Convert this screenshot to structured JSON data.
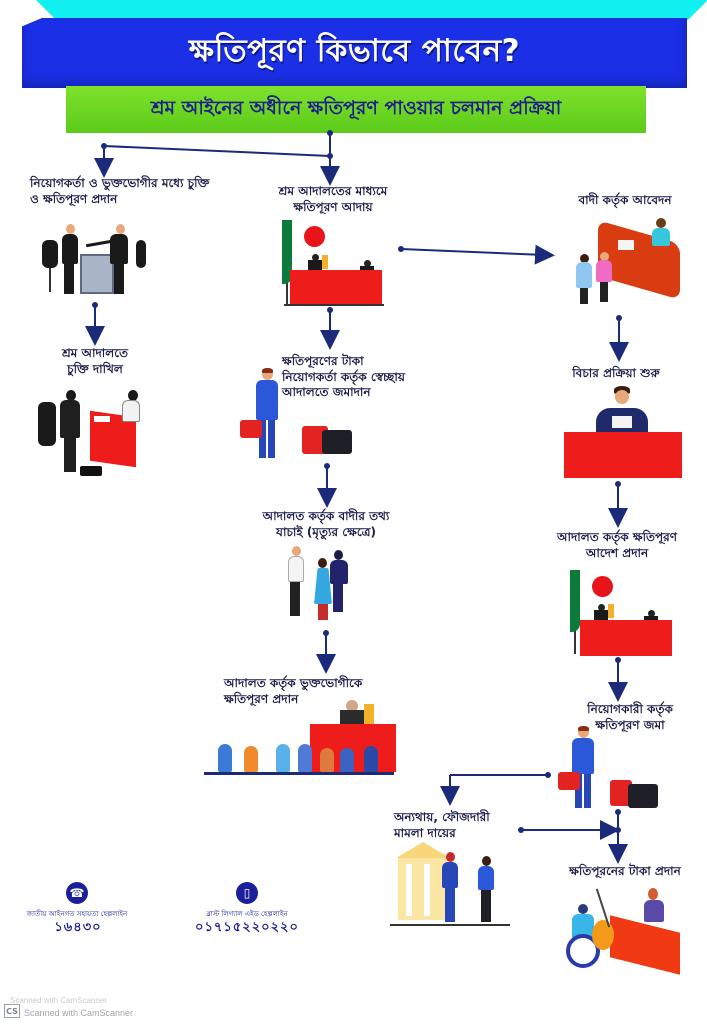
{
  "header": {
    "title": "ক্ষতিপূরণ কিভাবে পাবেন?",
    "subtitle": "শ্রম আইনের অধীনে ক্ষতিপূরণ পাওয়ার চলমান প্রক্রিয়া"
  },
  "flow": {
    "left_column": [
      {
        "label": "নিয়োগকর্তা ও ভুক্তভোগীর মধ্যে চুক্তি ও ক্ষতিপূরণ প্রদান",
        "illustration": "handshake-office"
      },
      {
        "label": "শ্রম আদালতে চুক্তি দাখিল",
        "illustration": "office-desk-meeting"
      }
    ],
    "middle_column": [
      {
        "label": "শ্রম আদালতের মাধ্যমে ক্ষতিপূরণ আদায়",
        "illustration": "courtroom-with-flag"
      },
      {
        "label": "ক্ষতিপূরণের টাকা নিয়োগকর্তা কর্তৃক স্বেচ্ছায় আদালতে জমাদান",
        "illustration": "employer-with-briefcases"
      },
      {
        "label": "আদালত কর্তৃক বাদীর তথ্য যাচাই (মৃত্যুর ক্ষেত্রে)",
        "illustration": "verification-people"
      },
      {
        "label": "আদালত কর্তৃক ভুক্তভোগীকে ক্ষতিপূরণ প্রদান",
        "illustration": "court-bench-audience"
      }
    ],
    "right_column": [
      {
        "label": "বাদী কর্তৃক আবেদন",
        "illustration": "reception-desk"
      },
      {
        "label": "বিচার প্রক্রিয়া শুরু",
        "illustration": "judge-at-bench"
      },
      {
        "label": "আদালত কর্তৃক ক্ষতিপূরণ আদেশ প্রদান",
        "illustration": "courtroom-with-flag"
      },
      {
        "label": "নিয়োগকারী কর্তৃক ক্ষতিপূরণ জমা",
        "illustration": "employer-with-briefcases"
      },
      {
        "label": "ক্ষতিপূরনের টাকা প্রদান",
        "illustration": "wheelchair-payment-desk"
      }
    ],
    "branch": {
      "label": "অন্যথায়, ফৌজদারী মামলা দায়ের",
      "illustration": "court-building-lawyers"
    }
  },
  "footer": {
    "helpline_1": {
      "label": "জাতীয় আইনগত সহায়তা হেল্পলাইন",
      "number": "১৬৪৩০",
      "icon": "phone-handset-icon"
    },
    "helpline_2": {
      "label": "ব্লাস্ট লিগ্যাল এইড হেল্পলাইন",
      "number": "০১৭১৫২২০২২০",
      "icon": "mobile-phone-icon"
    }
  },
  "watermark": {
    "logo": "CS",
    "text": "Scanned with CamScanner",
    "ghost_text": "Scanned with CamScanner"
  },
  "colors": {
    "title_band": "#1b2fe6",
    "subtitle_band": "#6cd424",
    "accent_red": "#ef1c1c",
    "connector": "#1c2a7a",
    "cyan_band": "#12f0f2"
  }
}
